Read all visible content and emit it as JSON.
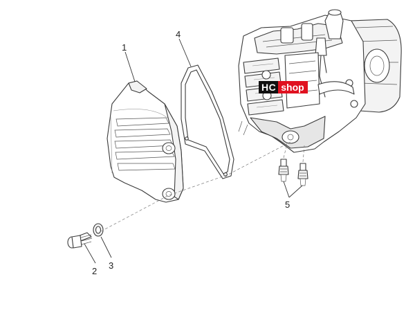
{
  "brand": {
    "prefix": "HC",
    "suffix": "shop",
    "accent": "#e0111f",
    "dark": "#111111"
  },
  "callouts": [
    "1",
    "2",
    "3",
    "4",
    "5"
  ]
}
